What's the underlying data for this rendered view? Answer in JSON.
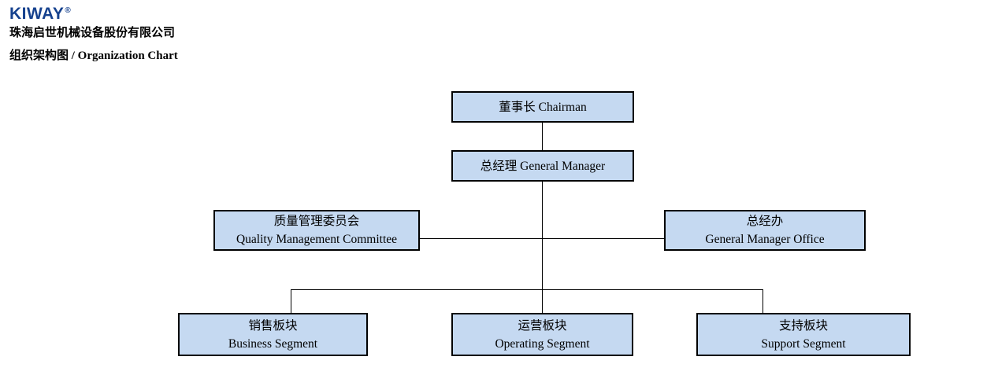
{
  "header": {
    "logo": "KIWAY",
    "registered_mark": "®",
    "company_name": "珠海启世机械设备股份有限公司",
    "chart_title": "组织架构图 / Organization Chart"
  },
  "org_chart": {
    "chairman": {
      "line1": "董事长 Chairman"
    },
    "general_manager": {
      "line1": "总经理 General Manager"
    },
    "quality_committee": {
      "line1": "质量管理委员会",
      "line2": "Quality Management Committee"
    },
    "gm_office": {
      "line1": "总经办",
      "line2": "General Manager Office"
    },
    "business_segment": {
      "line1": "销售板块",
      "line2": "Business Segment"
    },
    "operating_segment": {
      "line1": "运营板块",
      "line2": "Operating Segment"
    },
    "support_segment": {
      "line1": "支持板块",
      "line2": "Support Segment"
    }
  },
  "colors": {
    "box_fill": "#c5d9f1",
    "box_border": "#000000",
    "connector": "#000000",
    "logo_blue": "#15418e",
    "text": "#000000"
  }
}
